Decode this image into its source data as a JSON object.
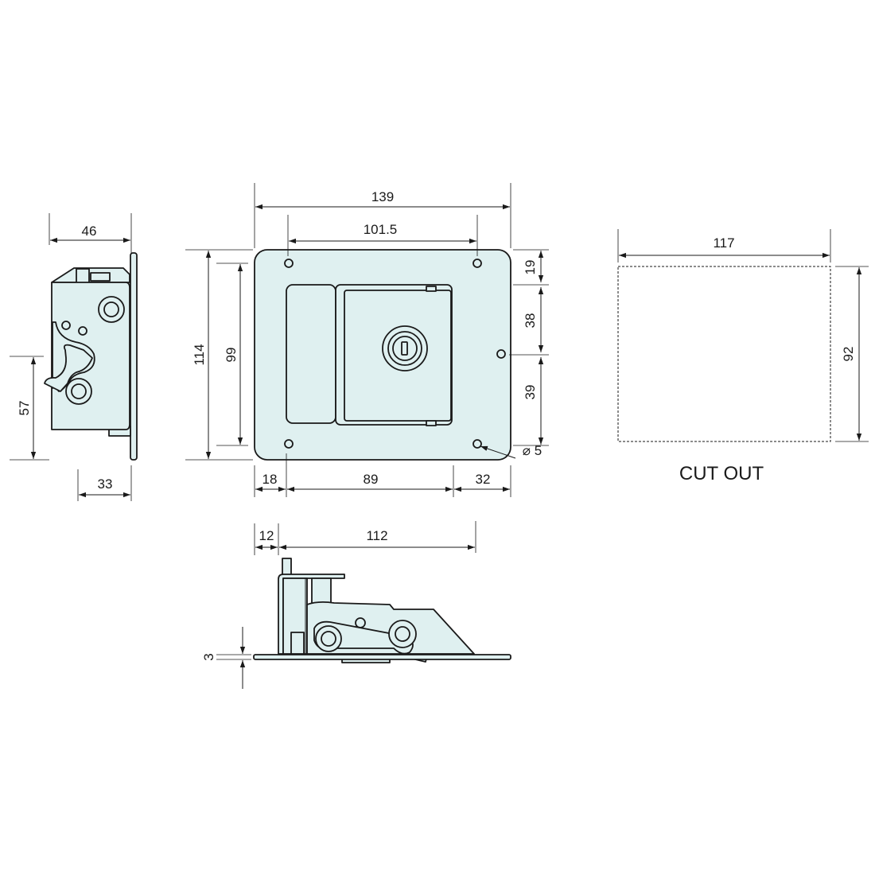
{
  "colors": {
    "part_fill": "#dff0f0",
    "line": "#1a1a1a"
  },
  "side_view": {
    "width": "46",
    "latch_height": "57",
    "depth": "33"
  },
  "front_view": {
    "overall_width": "139",
    "hole_spacing_width": "101.5",
    "overall_height": "114",
    "hole_spacing_height": "99",
    "right_top": "19",
    "right_middle": "38",
    "right_bottom": "39",
    "hole_diameter": "⌀ 5",
    "bottom_left": "18",
    "bottom_middle": "89",
    "bottom_right": "32"
  },
  "cut_out": {
    "width": "117",
    "height": "92",
    "label": "CUT OUT"
  },
  "bottom_view": {
    "offset": "12",
    "length": "112",
    "plate_thickness": "3"
  }
}
